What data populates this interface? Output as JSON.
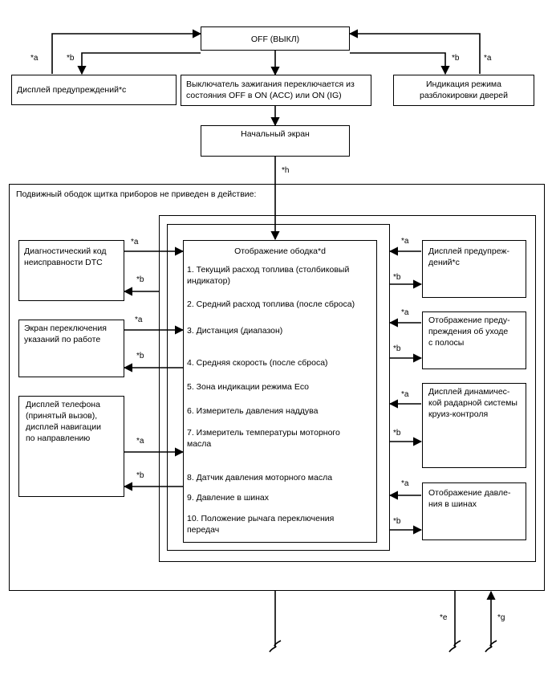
{
  "top": {
    "off": "OFF (ВЫКЛ)",
    "warn_display": "Дисплей предупреждений*c",
    "ignition": [
      "Выключатель зажигания переключается из",
      "состояния OFF в ON (ACC) или ON (IG)"
    ],
    "unlock": [
      "Индикация режима",
      "разблокировки дверей"
    ],
    "start_screen": "Начальный экран"
  },
  "frame_title": "Подвижный ободок щитка приборов не приведен в действие:",
  "center": {
    "title": "Отображение ободка*d",
    "items": [
      [
        "1. Текущий расход топлива (столбиковый",
        "индикатор)"
      ],
      [
        "2. Средний расход топлива (после сброса)"
      ],
      [
        "3. Дистанция (диапазон)"
      ],
      [
        "4. Средняя скорость (после сброса)"
      ],
      [
        "5. Зона индикации режима Eco"
      ],
      [
        "6. Измеритель давления наддува"
      ],
      [
        "7. Измеритель температуры моторного",
        "масла"
      ],
      [
        "8. Датчик давления моторного масла"
      ],
      [
        "9. Давление в шинах"
      ],
      [
        "10. Положение рычага переключения",
        "передач"
      ]
    ]
  },
  "left": {
    "dtc": [
      "Диагностический код",
      "неисправности DTC"
    ],
    "switch_screen": [
      "Экран переключения",
      "указаний по работе"
    ],
    "phone": [
      "Дисплей телефона",
      "(принятый вызов),",
      "дисплей навигации",
      "по направлению"
    ]
  },
  "right": {
    "warn": [
      "Дисплей предупреж-",
      "дений*c"
    ],
    "lane": [
      "Отображение преду-",
      "преждения об уходе",
      "с полосы"
    ],
    "radar": [
      "Дисплей динамичес-",
      "кой радарной системы",
      "круиз-контроля"
    ],
    "tire": [
      "Отображение давле-",
      "ния в шинах"
    ]
  },
  "marks": {
    "a": "*a",
    "b": "*b",
    "e": "*e",
    "g": "*g",
    "h": "*h"
  }
}
